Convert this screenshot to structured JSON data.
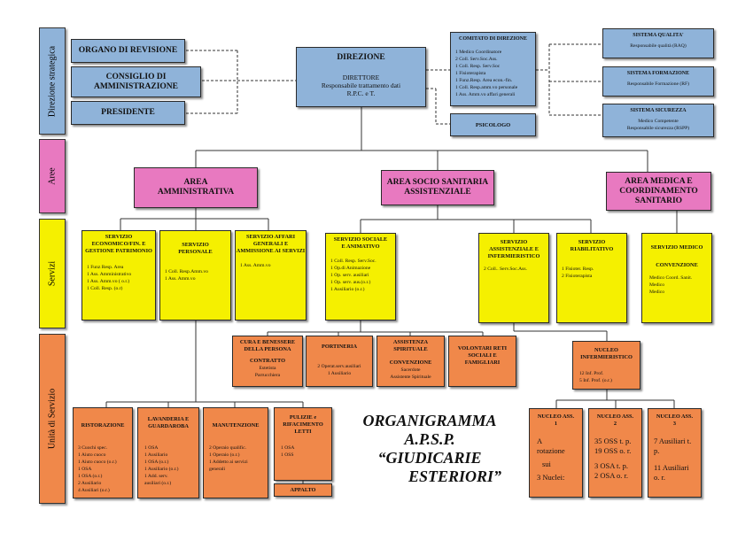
{
  "sidebar": [
    {
      "label": "Direzione strategica",
      "color": "#8fb3d9"
    },
    {
      "label": "Aree",
      "color": "#e879c0"
    },
    {
      "label": "Servizi",
      "color": "#f5f000"
    },
    {
      "label": "Unità di Servizio",
      "color": "#f0884a"
    }
  ],
  "governance": {
    "organo": "ORGANO DI REVISIONE",
    "consiglio": "CONSIGLIO DI AMMINISTRAZIONE",
    "presidente": "PRESIDENTE"
  },
  "direzione": {
    "title": "DIREZIONE",
    "line1": "DIRETTORE",
    "line2": "Responsabile trattamento dati",
    "line3": "R.P.C. e T."
  },
  "comitato": {
    "title": "COMITATO DI DIREZIONE",
    "lines": [
      "1 Medico Coordinatore",
      "2 Coll. Serv.Soc.Ass.",
      "1 Coll. Resp. Serv.Soc",
      "1 Fisioterapista",
      "1 Funz.Resp. Area econ.-fin.",
      "1 Coll. Resp.amm.vo personale",
      "1 Ass. Amm.vo affari generali"
    ]
  },
  "psicologo": "PSICOLOGO",
  "sistemi": [
    {
      "title": "SISTEMA QUALITA'",
      "lines": [
        "Responsabile qualità (RAQ)"
      ]
    },
    {
      "title": "SISTEMA FORMAZIONE",
      "lines": [
        "Responsabile Formazione (RF)"
      ]
    },
    {
      "title": "SISTEMA SICUREZZA",
      "lines": [
        "Medico Competente",
        "Responsabile sicurezza (RSPP)"
      ]
    }
  ],
  "aree": {
    "amministrativa": "AREA AMMINISTRATIVA",
    "socio": "AREA SOCIO SANITARIA ASSISTENZIALE",
    "medica": "AREA MEDICA E COORDINAMENTO SANITARIO"
  },
  "servizi": {
    "economico": {
      "title": "SERVIZIO ECONOMICO/FIN. E GESTIONE PATRIMONIO",
      "lines": [
        "1 Funz Resp. Area",
        "1 Ass. Amministrativo",
        "1 Ass. Amm.vo ( o.r.)",
        "1 Coll. Resp. (o.r)"
      ]
    },
    "personale": {
      "title": "SERVIZIO PERSONALE",
      "lines": [
        "1 Coll. Resp.Amm.vo",
        "1 Ass. Amm.vo"
      ]
    },
    "affari": {
      "title": "SERVIZIO AFFARI GENERALI E AMMISSIONE AI SERVIZI",
      "lines": [
        "1 Ass. Amm.vo"
      ]
    },
    "sociale": {
      "title": "SERVIZIO SOCIALE E ANIMATIVO",
      "lines": [
        "1 Coll. Resp. Serv.Soc.",
        "1 Op.di Animazione",
        "1 Op. serv. ausiliari",
        "1 Op. serv. aus.(o.r.)",
        "1 Ausiliario (o.r.)"
      ]
    },
    "assistenziale": {
      "title": "SERVIZIO ASSISTENZIALE E INFERMIERISTICO",
      "lines": [
        "2 Coll.. Serv.Soc.Ass."
      ]
    },
    "riabilitativo": {
      "title": "SERVIZIO RIABILITATIVO",
      "lines": [
        "1 Fisioter. Resp.",
        "2 Fisioterapista"
      ]
    },
    "medico": {
      "title": "SERVIZIO MEDICO",
      "subtitle": "CONVENZIONE",
      "lines": [
        "Medico Coord. Sanit.",
        "Medico",
        "Medico"
      ]
    }
  },
  "unita_mid": {
    "cura": {
      "title": "CURA E BENESSERE DELLA PERSONA",
      "subtitle": "CONTRATTO",
      "lines": [
        "Estetista",
        "Parrucchiera"
      ]
    },
    "portineria": {
      "title": "PORTINERIA",
      "lines": [
        "2 Operat.serv.ausiliari",
        "1 Ausiliario"
      ]
    },
    "spirituale": {
      "title": "ASSISTENZA SPIRITUALE",
      "subtitle": "CONVENZIONE",
      "lines": [
        "Sacerdote",
        "Assistente Spirituale"
      ]
    },
    "volontari": {
      "title": "VOLONTARI RETI SOCIALI E FAMIGLIARI"
    }
  },
  "nucleo_inf": {
    "title": "NUCLEO INFERMIERISTICO",
    "lines": [
      "12 Inf. Prof.",
      "5 Inf. Prof. (o.r.)"
    ]
  },
  "unita_low": {
    "ristorazione": {
      "title": "RISTORAZIONE",
      "lines": [
        "3 Cuochi spec.",
        "1 Aiuto cuoco",
        "1 Aiuto cuoco (o.r.)",
        "1 OSA",
        "1 OSA (o.r.)",
        "2 Ausiliario",
        "4 Ausiliari (o.r.)"
      ]
    },
    "lavanderia": {
      "title": "LAVANDERIA E GUARDAROBA",
      "lines": [
        "1 OSA",
        "1 Ausiliario",
        "1 OSA (o.r.)",
        "1 Ausiliario (o.r.)",
        "1 Add. serv.",
        "ausiliari (o.r.)"
      ]
    },
    "manutenzione": {
      "title": "MANUTENZIONE",
      "lines": [
        "2 Operaio qualific.",
        "1 Operaio (o.r.)",
        "1 Addetto ai servizi",
        "generali"
      ]
    },
    "pulizie": {
      "title": "PULIZIE e RIFACIMENTO LETTI",
      "lines": [
        "1 OSA",
        "1 OSS"
      ]
    },
    "appalto": "APPALTO"
  },
  "nuclei": [
    {
      "title": "NUCLEO ASS. 1",
      "lines": [
        "A",
        "rotazione",
        "sui",
        "3 Nuclei:"
      ]
    },
    {
      "title": "NUCLEO ASS. 2",
      "lines": [
        "35 OSS t. p.",
        "19 OSS o. r.",
        "",
        "3 OSA t. p.",
        "2 OSA o. r."
      ]
    },
    {
      "title": "NUCLEO ASS. 3",
      "lines": [
        "7 Ausiliari t. p.",
        "",
        "11 Ausiliari o. r."
      ]
    }
  ],
  "org_title": [
    "ORGANIGRAMMA",
    "A.P.S.P.",
    "“GIUDICARIE",
    "ESTERIORI”"
  ]
}
